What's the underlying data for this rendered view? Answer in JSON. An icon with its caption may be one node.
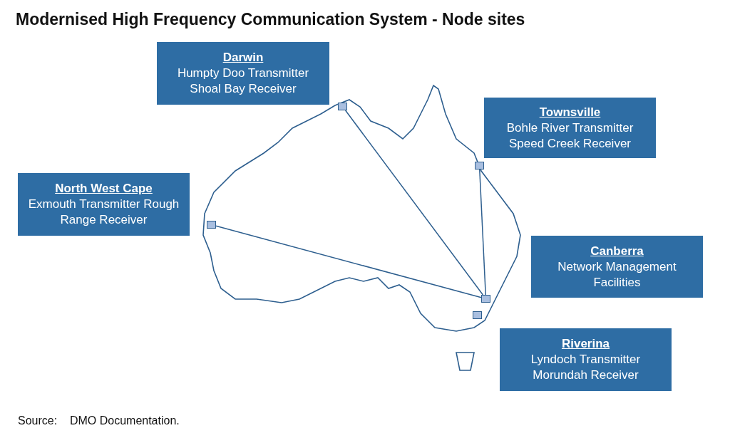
{
  "diagram": {
    "title": "Modernised High Frequency Communication System - Node sites",
    "caption": "Source:    DMO Documentation.",
    "nodes": [
      {
        "text": [
          "Darwin",
          "Humpty Doo Transmitter Shoal Bay Receiver"
        ]
      },
      {
        "text": [
          "Townsville",
          "Bohle River Transmitter Speed Creek Receiver"
        ]
      },
      {
        "text": [
          "North West Cape",
          "Exmouth Transmitter Rough Range Receiver"
        ]
      },
      {
        "text": [
          "Canberra",
          "Network Management Facilities"
        ]
      },
      {
        "text": [
          "Riverina",
          "Lyndoch Transmitter Morundah Receiver"
        ]
      },
      {
        "text": [],
        "shape": "box"
      },
      {
        "text": [],
        "shape": "box"
      },
      {
        "text": [],
        "shape": "box"
      },
      {
        "text": [],
        "shape": "box"
      },
      {
        "text": [],
        "shape": "box"
      }
    ],
    "edges": [
      {
        "from": 5,
        "to": 8,
        "arrow": "none"
      },
      {
        "from": 6,
        "to": 8,
        "arrow": "none"
      },
      {
        "from": 7,
        "to": 8,
        "arrow": "none"
      }
    ]
  }
}
